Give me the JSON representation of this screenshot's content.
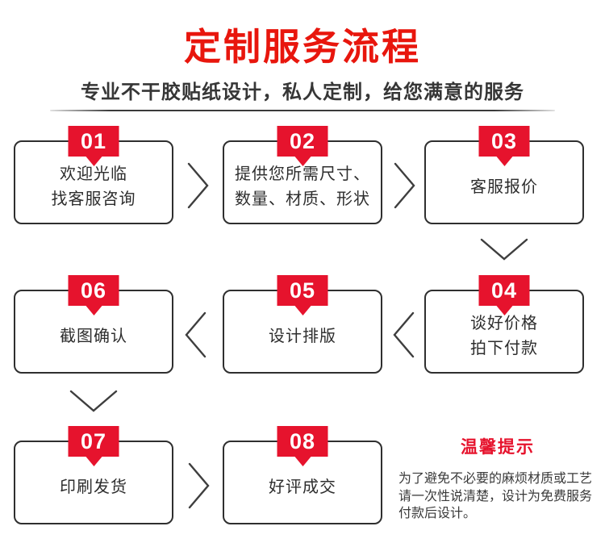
{
  "page": {
    "title": "定制服务流程",
    "subtitle": "专业不干胶贴纸设计，私人定制，给您满意的服务"
  },
  "steps": [
    {
      "num": "01",
      "lines": [
        "欢迎光临",
        "找客服咨询"
      ]
    },
    {
      "num": "02",
      "lines": [
        "提供您所需尺寸、",
        "数量、材质、形状"
      ]
    },
    {
      "num": "03",
      "lines": [
        "客服报价"
      ]
    },
    {
      "num": "04",
      "lines": [
        "谈好价格",
        "拍下付款"
      ]
    },
    {
      "num": "05",
      "lines": [
        "设计排版"
      ]
    },
    {
      "num": "06",
      "lines": [
        "截图确认"
      ]
    },
    {
      "num": "07",
      "lines": [
        "印刷发货"
      ]
    },
    {
      "num": "08",
      "lines": [
        "好评成交"
      ]
    }
  ],
  "tips": {
    "title": "温馨提示",
    "lines": [
      "为了避免不必要的麻烦材质或工艺",
      "请一次性说清楚，设计为免费服务",
      "付款后设计。"
    ]
  },
  "colors": {
    "title_red": "#e8160d",
    "badge_red": "#e6132d",
    "text_dark": "#2d2d2d",
    "border_dark": "#2f2f2f",
    "arrow_gray": "#3e3e3e"
  }
}
